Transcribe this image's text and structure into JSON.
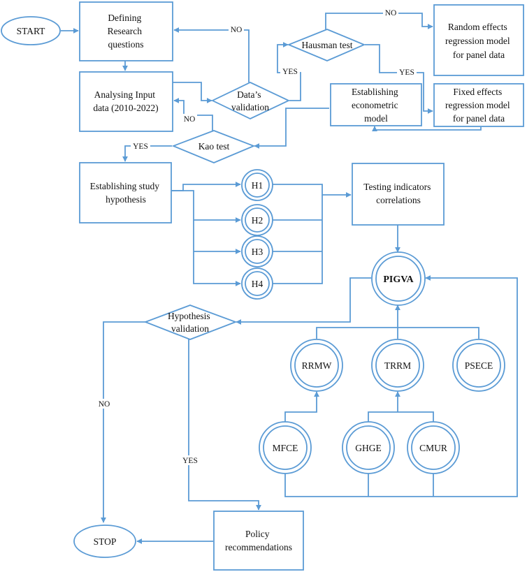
{
  "colors": {
    "line": "#5b9bd5",
    "text": "#111111",
    "background": "#ffffff"
  },
  "nodes": {
    "start": {
      "lines": [
        "START"
      ]
    },
    "defining": {
      "lines": [
        "Defining",
        "Research",
        "questions"
      ]
    },
    "analysing": {
      "lines": [
        "Analysing Input",
        "data (2010-2022)"
      ]
    },
    "data_validation": {
      "lines": [
        "Data’s",
        "validation"
      ]
    },
    "hausman": {
      "lines": [
        "Hausman test"
      ]
    },
    "random_effects": {
      "lines": [
        "Random effects",
        "regression model",
        "for panel data"
      ]
    },
    "fixed_effects": {
      "lines": [
        "Fixed effects",
        "regression model",
        "for panel data"
      ]
    },
    "econometric": {
      "lines": [
        "Establishing",
        "econometric",
        "model"
      ]
    },
    "kao": {
      "lines": [
        "Kao test"
      ]
    },
    "hypothesis": {
      "lines": [
        "Establishing study",
        "hypothesis"
      ]
    },
    "h1": {
      "lines": [
        "H1"
      ]
    },
    "h2": {
      "lines": [
        "H2"
      ]
    },
    "h3": {
      "lines": [
        "H3"
      ]
    },
    "h4": {
      "lines": [
        "H4"
      ]
    },
    "testing": {
      "lines": [
        "Testing indicators",
        "correlations"
      ]
    },
    "pigva": {
      "lines": [
        "PIGVA"
      ]
    },
    "hyp_validation": {
      "lines": [
        "Hypothesis",
        "validation"
      ]
    },
    "rrmw": {
      "lines": [
        "RRMW"
      ]
    },
    "trrm": {
      "lines": [
        "TRRM"
      ]
    },
    "psece": {
      "lines": [
        "PSECE"
      ]
    },
    "mfce": {
      "lines": [
        "MFCE"
      ]
    },
    "ghge": {
      "lines": [
        "GHGE"
      ]
    },
    "cmur": {
      "lines": [
        "CMUR"
      ]
    },
    "stop": {
      "lines": [
        "STOP"
      ]
    },
    "policy": {
      "lines": [
        "Policy",
        "recommendations"
      ]
    }
  },
  "edge_labels": {
    "no_data_validation": "NO",
    "yes_data_validation": "YES",
    "no_hausman": "NO",
    "yes_hausman": "YES",
    "no_kao": "NO",
    "yes_kao": "YES",
    "no_hyp_validation": "NO",
    "yes_hyp_validation": "YES"
  }
}
